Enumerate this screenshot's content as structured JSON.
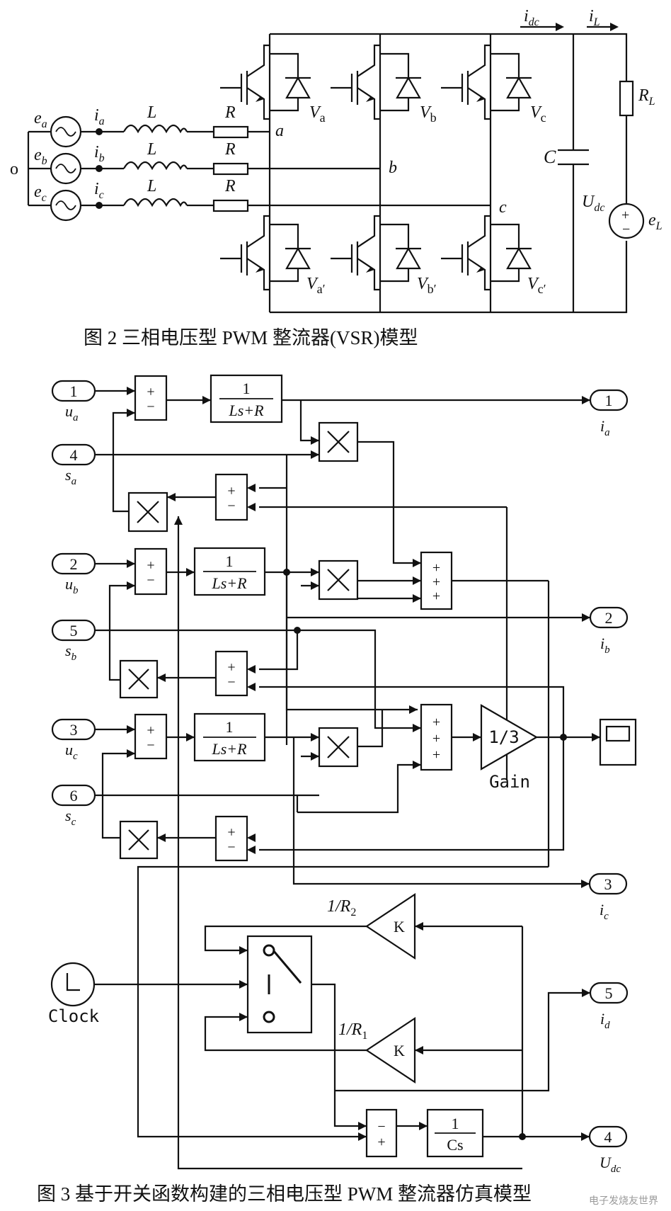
{
  "figure2": {
    "caption": "图 2   三相电压型 PWM 整流器(VSR)模型",
    "neutral": "o",
    "sources": [
      "e",
      "e",
      "e"
    ],
    "source_subs": [
      "a",
      "b",
      "c"
    ],
    "currents": [
      "i",
      "i",
      "i"
    ],
    "current_subs": [
      "a",
      "b",
      "c"
    ],
    "inductor": "L",
    "resistor": "R",
    "nodes": [
      "a",
      "b",
      "c"
    ],
    "upper_switches": [
      "V",
      "V",
      "V"
    ],
    "upper_subs": [
      "a",
      "b",
      "c"
    ],
    "lower_subs": [
      "a′",
      "b′",
      "c′"
    ],
    "idc": "i",
    "idc_sub": "dc",
    "iL": "i",
    "iL_sub": "L",
    "capacitor": "C",
    "RL": "R",
    "RL_sub": "L",
    "Udc": "U",
    "Udc_sub": "dc",
    "eL": "e",
    "eL_sub": "L",
    "plus": "+",
    "minus": "−"
  },
  "figure3": {
    "caption": "图 3  基于开关函数构建的三相电压型 PWM 整流器仿真模型",
    "inports": [
      {
        "num": "1",
        "sym": "u",
        "sub": "a"
      },
      {
        "num": "4",
        "sym": "s",
        "sub": "a"
      },
      {
        "num": "2",
        "sym": "u",
        "sub": "b"
      },
      {
        "num": "5",
        "sym": "s",
        "sub": "b"
      },
      {
        "num": "3",
        "sym": "u",
        "sub": "c"
      },
      {
        "num": "6",
        "sym": "s",
        "sub": "c"
      }
    ],
    "outports": [
      {
        "num": "1",
        "sym": "i",
        "sub": "a"
      },
      {
        "num": "2",
        "sym": "i",
        "sub": "b"
      },
      {
        "num": "3",
        "sym": "i",
        "sub": "c"
      },
      {
        "num": "5",
        "sym": "i",
        "sub": "d"
      },
      {
        "num": "4",
        "sym": "U",
        "sub": "dc"
      }
    ],
    "plant_num": "1",
    "plant_den": "Ls+R",
    "integrator_num": "1",
    "integrator_den": "Cs",
    "gain_value": "1/3",
    "gain_label": "Gain",
    "k": "K",
    "r2_label": "1/R",
    "r2_sub": "2",
    "r1_label": "1/R",
    "r1_sub": "1",
    "clock_label": "Clock",
    "plus": "+",
    "minus": "−",
    "times": "×"
  },
  "watermark": "电子发烧友世界"
}
